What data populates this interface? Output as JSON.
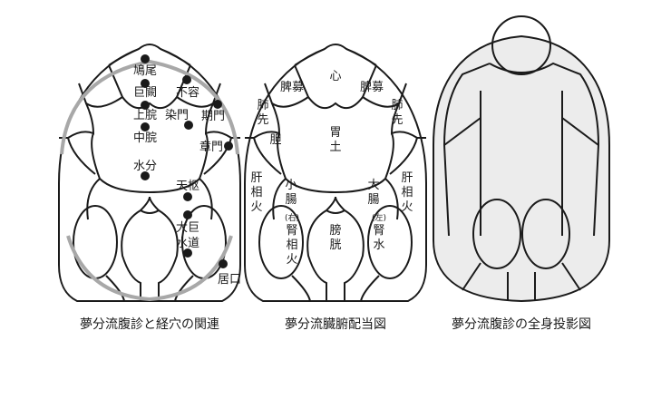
{
  "panel1": {
    "caption": "夢分流腹診と経穴の関連",
    "points": [
      "鳩尾",
      "巨闕",
      "上脘",
      "中脘",
      "水分",
      "不容",
      "染門",
      "期門",
      "章門",
      "天枢",
      "大巨",
      "水道",
      "居口"
    ]
  },
  "panel2": {
    "caption": "夢分流臓腑配当図",
    "regions": {
      "heart": "心",
      "spleen_left": "脾募",
      "spleen_right": "脾募",
      "lung_left": [
        "肺",
        "先"
      ],
      "lung_right": [
        "肺",
        "先"
      ],
      "gallbladder": "胆",
      "stomach": [
        "胃",
        "土"
      ],
      "liver_left": [
        "肝",
        "相",
        "火"
      ],
      "liver_right": [
        "肝",
        "相",
        "火"
      ],
      "small_intestine": [
        "小",
        "腸"
      ],
      "large_intestine": [
        "大",
        "腸"
      ],
      "kidney_right_tag": "(右)",
      "kidney_right": [
        "腎",
        "相",
        "火"
      ],
      "bladder": [
        "膀",
        "胱"
      ],
      "kidney_left_tag": "(左)",
      "kidney_left": [
        "腎",
        "水"
      ]
    }
  },
  "panel3": {
    "caption": "夢分流腹診の全身投影図"
  }
}
